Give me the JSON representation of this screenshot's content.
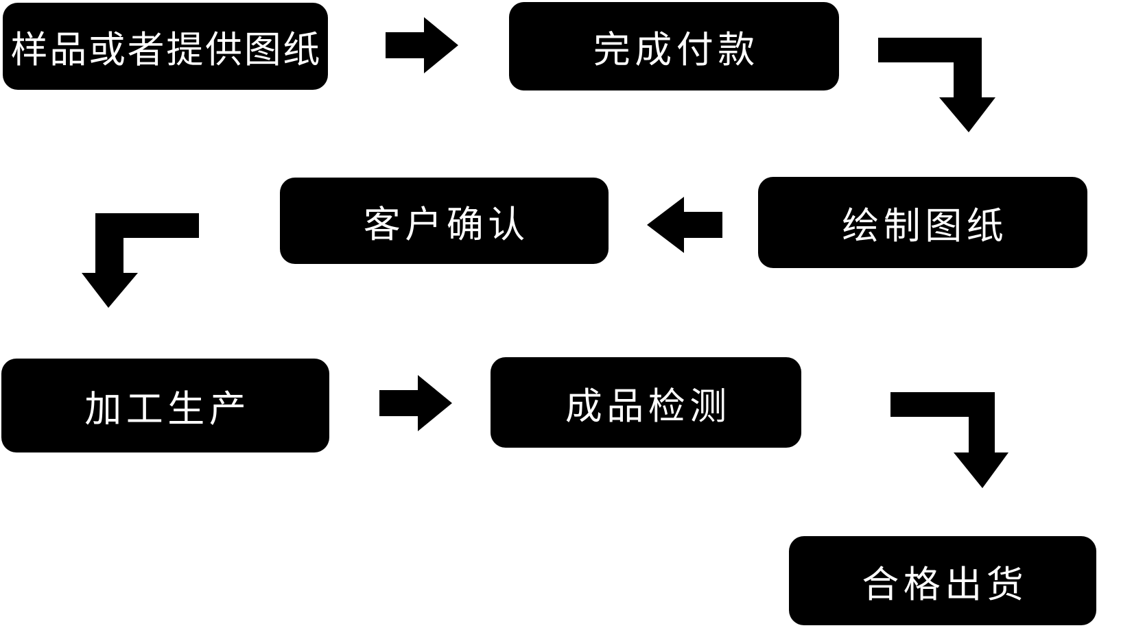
{
  "diagram": {
    "title": "production-process-flowchart",
    "background_color": "#ffffff",
    "node_fill_color": "#000000",
    "node_text_color": "#ffffff",
    "arrow_color": "#000000",
    "nodes": [
      {
        "id": "sample-or-drawing",
        "label": "样品或者提供图纸"
      },
      {
        "id": "complete-payment",
        "label": "完成付款"
      },
      {
        "id": "customer-confirm",
        "label": "客户确认"
      },
      {
        "id": "draw-drawings",
        "label": "绘制图纸"
      },
      {
        "id": "processing-production",
        "label": "加工生产"
      },
      {
        "id": "finished-product-inspection",
        "label": "成品检测"
      },
      {
        "id": "qualified-shipment",
        "label": "合格出货"
      }
    ],
    "edges": [
      {
        "from": "样品或者提供图纸",
        "to": "完成付款",
        "shape": "straight-right"
      },
      {
        "from": "完成付款",
        "to": "绘制图纸",
        "shape": "elbow-right-down"
      },
      {
        "from": "绘制图纸",
        "to": "客户确认",
        "shape": "straight-left"
      },
      {
        "from": "客户确认",
        "to": "加工生产",
        "shape": "elbow-left-down"
      },
      {
        "from": "加工生产",
        "to": "成品检测",
        "shape": "straight-right"
      },
      {
        "from": "成品检测",
        "to": "合格出货",
        "shape": "elbow-right-down"
      }
    ]
  }
}
